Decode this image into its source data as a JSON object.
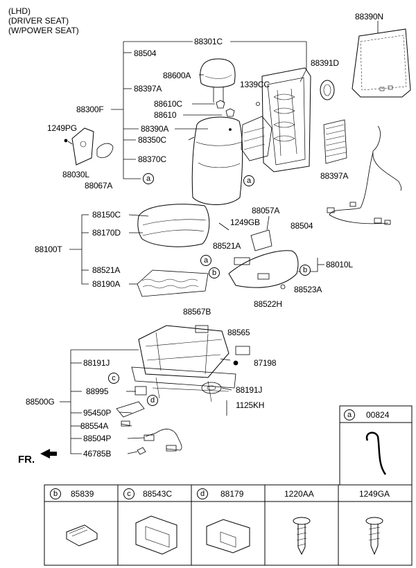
{
  "header": {
    "line1": "(LHD)",
    "line2": "(DRIVER SEAT)",
    "line3": "(W/POWER SEAT)"
  },
  "direction_label": "FR.",
  "parts": {
    "p88301C": "88301C",
    "p88390N": "88390N",
    "p88504_top": "88504",
    "p88391D": "88391D",
    "p88600A": "88600A",
    "p1339CC": "1339CC",
    "p88397A_left": "88397A",
    "p88610C": "88610C",
    "p88300F": "88300F",
    "p88610": "88610",
    "p1249PG": "1249PG",
    "p88390A": "88390A",
    "p88350C": "88350C",
    "p88370C": "88370C",
    "p88030L": "88030L",
    "p88067A": "88067A",
    "p88397A_right": "88397A",
    "p88150C": "88150C",
    "p88057A": "88057A",
    "p1249GB": "1249GB",
    "p88170D": "88170D",
    "p88504_right": "88504",
    "p88100T": "88100T",
    "p88521A_mid": "88521A",
    "p88010L": "88010L",
    "p88521A_left": "88521A",
    "p88190A": "88190A",
    "p88523A": "88523A",
    "p88522H": "88522H",
    "p88567B": "88567B",
    "p88565": "88565",
    "p88191J_top": "88191J",
    "p87198": "87198",
    "p88995": "88995",
    "p88191J_right": "88191J",
    "p88500G": "88500G",
    "p1125KH": "1125KH",
    "p95450P": "95450P",
    "p88554A": "88554A",
    "p88504P": "88504P",
    "p46785B": "46785B"
  },
  "callouts": {
    "a": "a",
    "b": "b",
    "c": "c",
    "d": "d"
  },
  "legend": {
    "a": {
      "letter": "a",
      "part": "00824"
    },
    "b": {
      "letter": "b",
      "part": "85839"
    },
    "c": {
      "letter": "c",
      "part": "88543C"
    },
    "d": {
      "letter": "d",
      "part": "88179"
    },
    "e": {
      "part": "1220AA"
    },
    "f": {
      "part": "1249GA"
    }
  }
}
